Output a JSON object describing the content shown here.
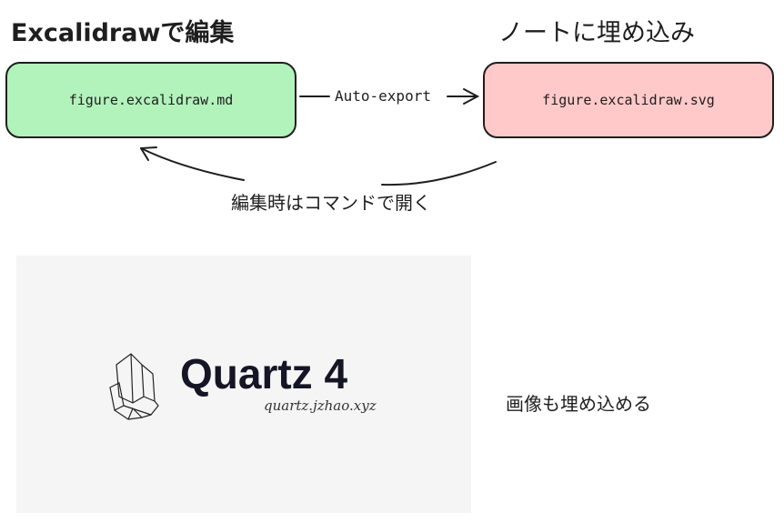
{
  "left_heading": "Excalidrawで編集",
  "right_heading": "ノートに埋め込み",
  "source_box": {
    "label": "figure.excalidraw.md",
    "color": "#b2f2bb"
  },
  "target_box": {
    "label": "figure.excalidraw.svg",
    "color": "#ffc9c9"
  },
  "forward_arrow_label": "Auto-export",
  "back_arrow_label": "編集時はコマンドで開く",
  "embedded_image": {
    "title": "Quartz 4",
    "url": "quartz.jzhao.xyz"
  },
  "image_note": "画像も埋め込める"
}
